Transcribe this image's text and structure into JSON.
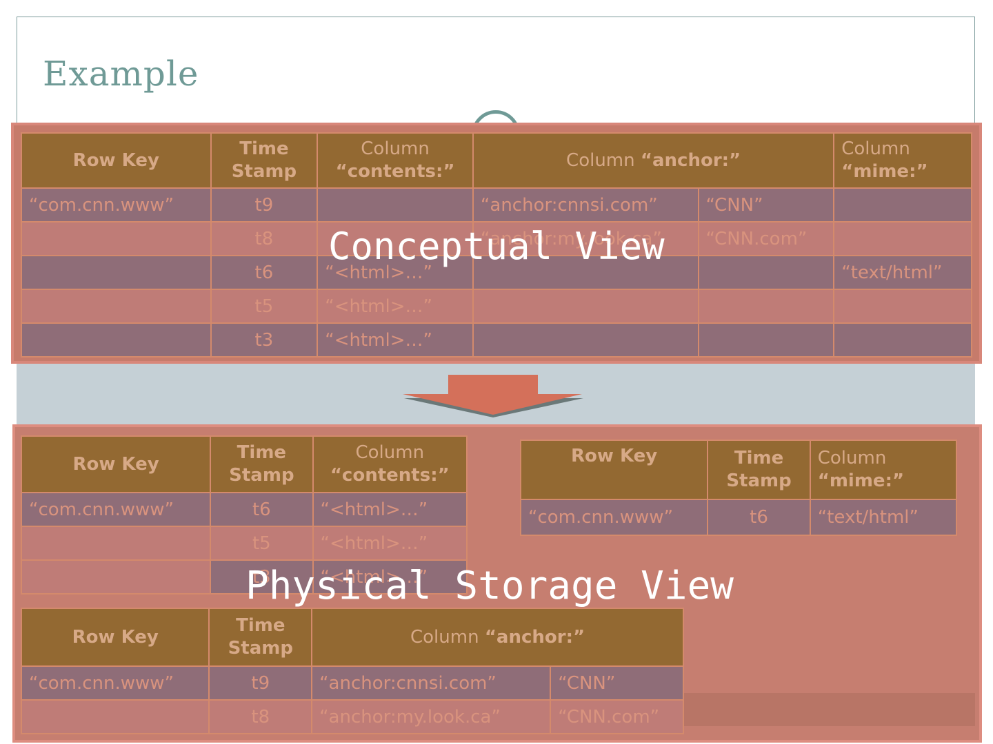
{
  "slide": {
    "title": "Example"
  },
  "labels": {
    "conceptual": "Conceptual View",
    "physical": "Physical Storage View"
  },
  "conceptual_table": {
    "headers": {
      "row_key": "Row Key",
      "time_stamp_1": "Time",
      "time_stamp_2": "Stamp",
      "col_word": "Column",
      "contents": "“contents:”",
      "anchor": "“anchor:”",
      "mime": "“mime:”"
    },
    "rows": [
      {
        "key": "“com.cnn.www”",
        "ts": "t9",
        "contents": "",
        "anchor_q": "“anchor:cnnsi.com”",
        "anchor_v": "“CNN”",
        "mime": ""
      },
      {
        "key": "",
        "ts": "t8",
        "contents": "",
        "anchor_q": "“anchor:my.look.ca”",
        "anchor_v": "“CNN.com”",
        "mime": ""
      },
      {
        "key": "",
        "ts": "t6",
        "contents": "“<html>…”",
        "anchor_q": "",
        "anchor_v": "",
        "mime": "“text/html”"
      },
      {
        "key": "",
        "ts": "t5",
        "contents": "“<html>…”",
        "anchor_q": "",
        "anchor_v": "",
        "mime": ""
      },
      {
        "key": "",
        "ts": "t3",
        "contents": "“<html>…”",
        "anchor_q": "",
        "anchor_v": "",
        "mime": ""
      }
    ]
  },
  "contents_table": {
    "rows": [
      {
        "key": "“com.cnn.www”",
        "ts": "t6",
        "value": "“<html>…”"
      },
      {
        "key": "",
        "ts": "t5",
        "value": "“<html>…”"
      },
      {
        "key": "",
        "ts": "t3",
        "value": "“<html>…”"
      }
    ]
  },
  "mime_table": {
    "rows": [
      {
        "key": "“com.cnn.www”",
        "ts": "t6",
        "value": "“text/html”"
      }
    ]
  },
  "anchor_table": {
    "rows": [
      {
        "key": "“com.cnn.www”",
        "ts": "t9",
        "qualifier": "“anchor:cnnsi.com”",
        "value": "“CNN”"
      },
      {
        "key": "",
        "ts": "t8",
        "qualifier": "“anchor:my.look.ca”",
        "value": "“CNN.com”"
      }
    ]
  },
  "colors": {
    "header_bg": "#936932",
    "row_dark": "#8f6d78",
    "row_light": "#bf7c77",
    "panel": "#c67b6b",
    "arrow": "#d4705a",
    "title": "#6f9a96"
  }
}
